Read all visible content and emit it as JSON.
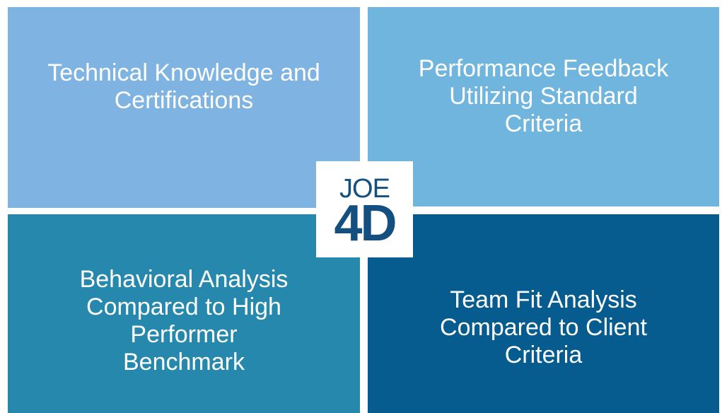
{
  "colors": {
    "top_left": "#7fb3e1",
    "top_right": "#70b5de",
    "bottom_left": "#2788ae",
    "bottom_right": "#065b8f",
    "badge_text": "#13507f",
    "text": "#ffffff"
  },
  "quadrants": [
    {
      "position": "top-left",
      "text": "Technical Knowledge and\nCertifications"
    },
    {
      "position": "top-right",
      "text": "Performance Feedback\nUtilizing Standard\nCriteria"
    },
    {
      "position": "bottom-left",
      "text": "Behavioral Analysis\nCompared to High\nPerformer\nBenchmark"
    },
    {
      "position": "bottom-right",
      "text": "Team Fit Analysis\nCompared to Client\nCriteria"
    }
  ],
  "badge": {
    "top": "JOE",
    "bottom": "4D"
  }
}
